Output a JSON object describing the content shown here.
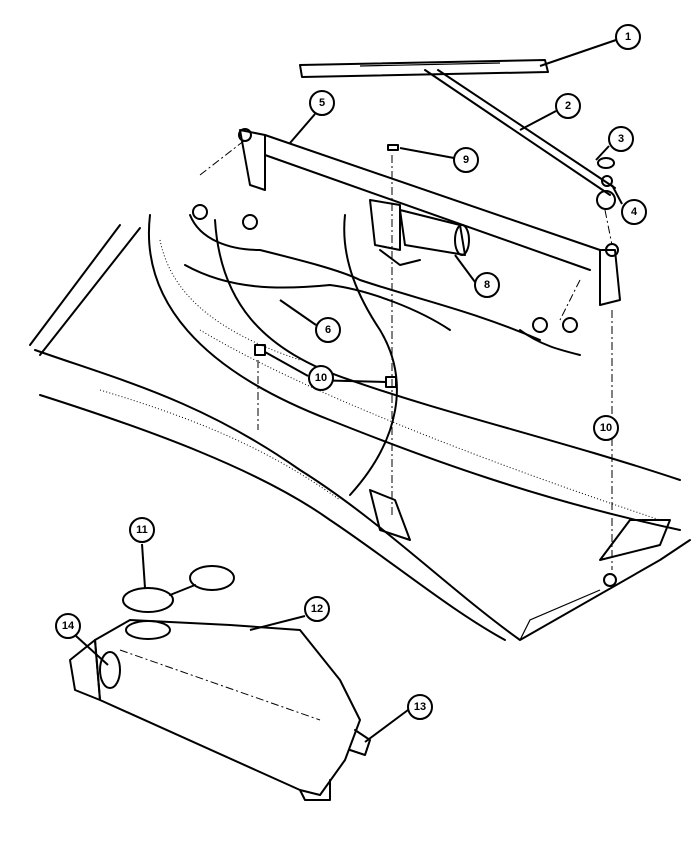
{
  "diagram": {
    "title": "Windshield wiper and washer system exploded view",
    "callouts": [
      "1",
      "2",
      "3",
      "4",
      "5",
      "6",
      "8",
      "9",
      "10",
      "10",
      "11",
      "12",
      "13",
      "14"
    ]
  }
}
